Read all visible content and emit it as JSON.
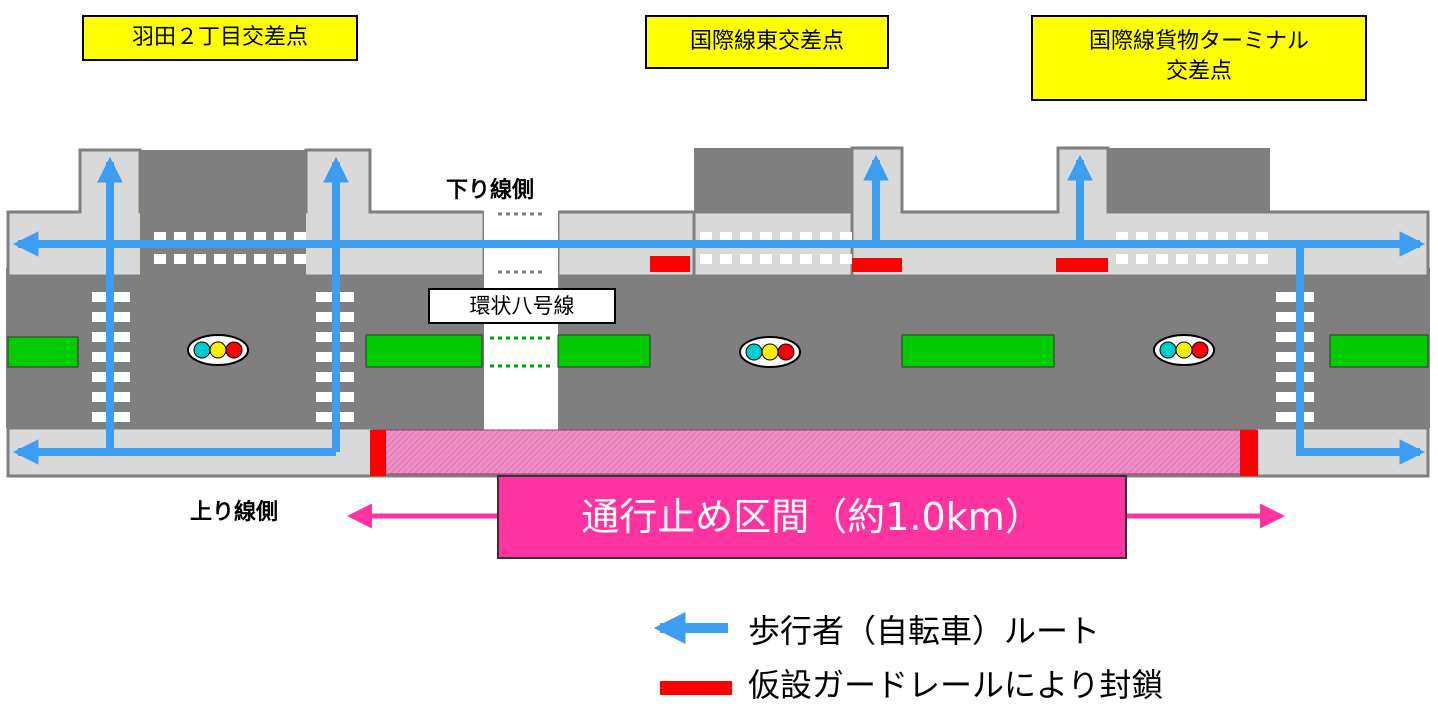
{
  "intersections": {
    "haneda2": "羽田２丁目交差点",
    "kokusai_east": "国際線東交差点",
    "cargo_line1": "国際線貨物ターミナル",
    "cargo_line2": "交差点"
  },
  "sides": {
    "outbound": "下り線側",
    "inbound": "上り線側"
  },
  "road_name": "環状八号線",
  "closure_label": "通行止め区間（約1.0km）",
  "legend": {
    "pedestrian_route": "歩行者（自転車）ルート",
    "guardrail_closure": "仮設ガードレールにより封鎖"
  },
  "colors": {
    "road": "#7f7f7f",
    "sidewalk": "#d9d9d9",
    "median": "#00cc00",
    "route_arrow": "#3d9df0",
    "guardrail": "#ff0000",
    "closure": "#ff33a0",
    "label_bg": "#ffff00"
  }
}
